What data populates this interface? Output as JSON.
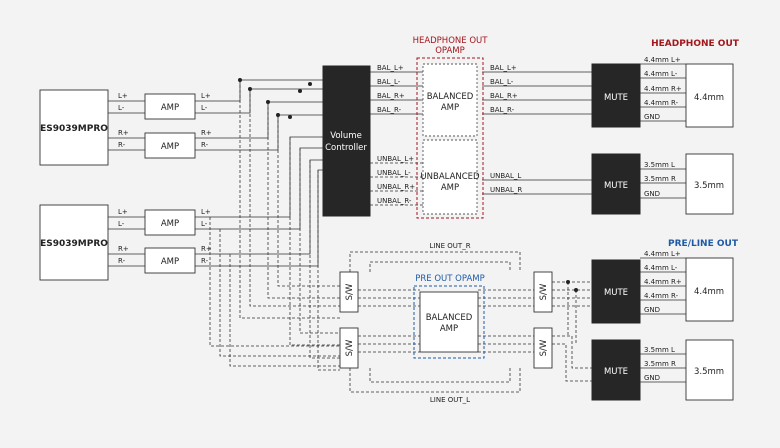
{
  "colors": {
    "background": "#f3f3f3",
    "block_dark": "#262626",
    "headphone_accent": "#a3161b",
    "preout_accent": "#1f5aa6"
  },
  "dacs": [
    "ES9039MPRO",
    "ES9039MPRO"
  ],
  "amp_label": "AMP",
  "amp_io": {
    "left": {
      "pos": "L+",
      "neg": "L-"
    },
    "right": {
      "pos": "R+",
      "neg": "R-"
    }
  },
  "volume_controller": {
    "line1": "Volume",
    "line2": "Controller"
  },
  "headphone_opamp": {
    "title_line1": "HEADPHONE OUT",
    "title_line2": "OPAMP",
    "balanced": {
      "line1": "BALANCED",
      "line2": "AMP"
    },
    "unbalanced": {
      "line1": "UNBALANCED",
      "line2": "AMP"
    }
  },
  "balanced_signals": [
    "BAL_L+",
    "BAL_L-",
    "BAL_R+",
    "BAL_R-"
  ],
  "unbalanced_signals": [
    "UNBAL_L+",
    "UNBAL_L-",
    "UNBAL_R+",
    "UNBAL_R-"
  ],
  "unbalanced_outputs": [
    "UNBAL_L",
    "UNBAL_R"
  ],
  "mute_label": "MUTE",
  "headphone_out": {
    "title": "HEADPHONE OUT",
    "jack_44": {
      "label": "4.4mm",
      "pins": [
        "4.4mm L+",
        "4.4mm L-",
        "4.4mm R+",
        "4.4mm R-",
        "GND"
      ]
    },
    "jack_35": {
      "label": "3.5mm",
      "pins": [
        "3.5mm L",
        "3.5mm R",
        "GND"
      ]
    }
  },
  "preline_out": {
    "title": "PRE/LINE OUT",
    "jack_44": {
      "label": "4.4mm",
      "pins": [
        "4.4mm L+",
        "4.4mm L-",
        "4.4mm R+",
        "4.4mm R-",
        "GND"
      ]
    },
    "jack_35": {
      "label": "3.5mm",
      "pins": [
        "3.5mm L",
        "3.5mm R",
        "GND"
      ]
    }
  },
  "pre_out_opamp": {
    "title": "PRE OUT OPAMP",
    "balanced": {
      "line1": "BALANCED",
      "line2": "AMP"
    }
  },
  "switch_label": "S/W",
  "line_out_r": "LINE OUT_R",
  "line_out_l": "LINE OUT_L"
}
